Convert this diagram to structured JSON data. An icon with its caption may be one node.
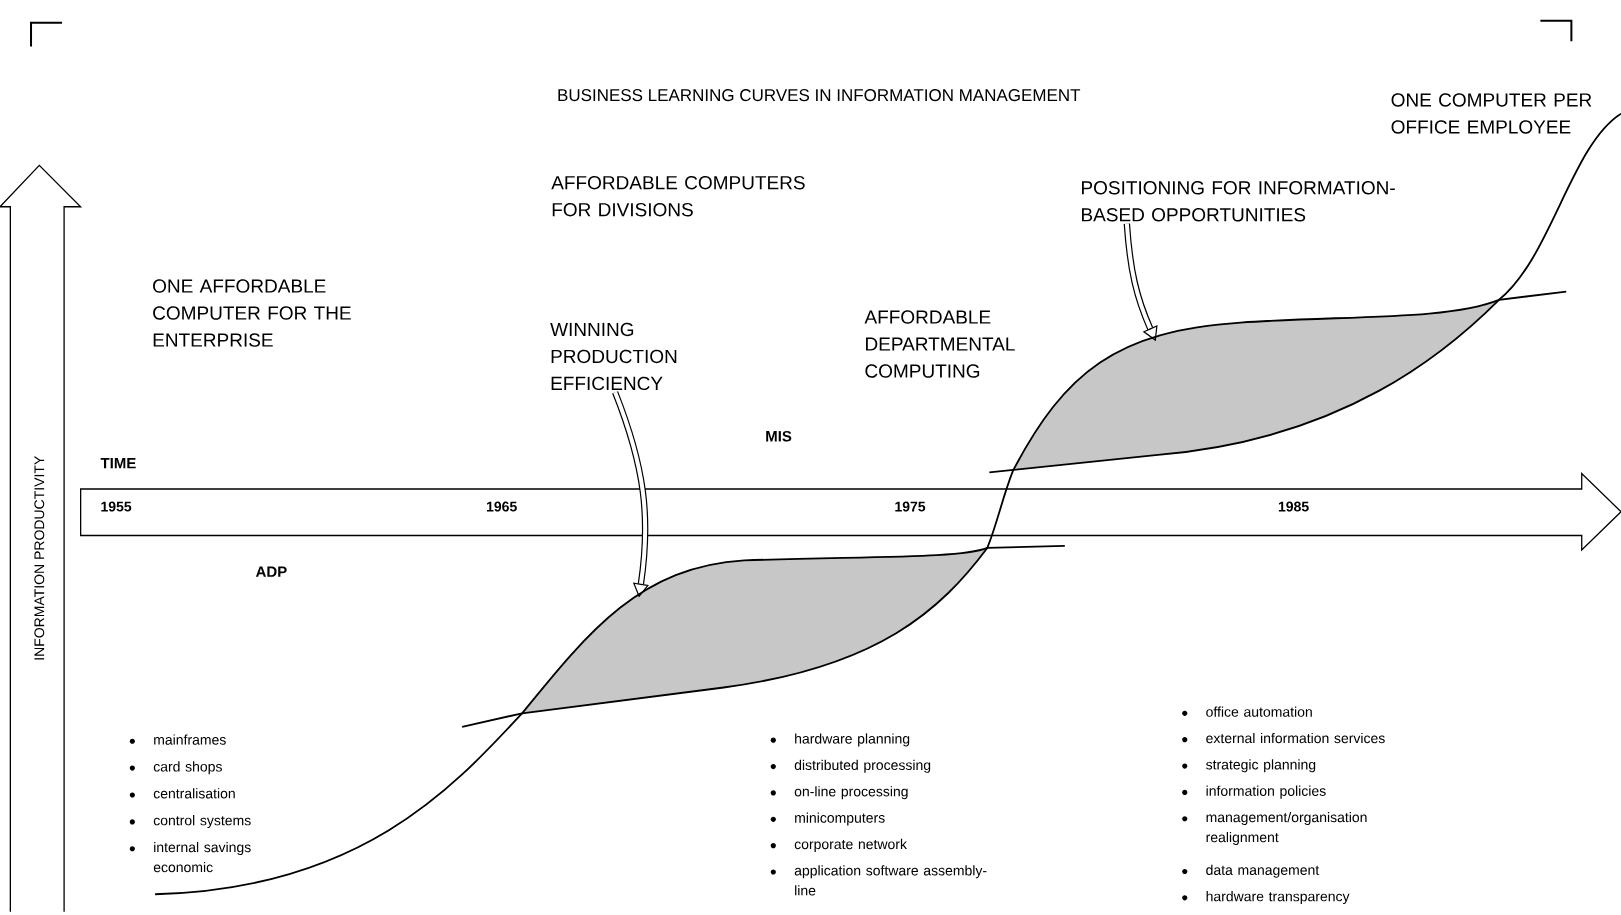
{
  "diagram": {
    "title": "BUSINESS LEARNING CURVES IN INFORMATION MANAGEMENT",
    "nodes": [
      {
        "text": [
          "WINNING PRODUCTION EFFICIENCY"
        ]
      },
      {
        "text": [
          "POSITIONING FOR INFORMATION-BASED OPPORTUNITIES"
        ]
      },
      {
        "text": [],
        "shape": "area"
      },
      {
        "text": [],
        "shape": "area"
      }
    ],
    "edges": [
      {
        "from": 0,
        "to": 2,
        "arrow": "to"
      },
      {
        "from": 1,
        "to": 3,
        "arrow": "to"
      }
    ],
    "labels": [
      "ONE AFFORDABLE COMPUTER FOR THE ENTERPRISE",
      "AFFORDABLE COMPUTERS FOR DIVISIONS",
      "AFFORDABLE DEPARTMENTAL COMPUTING",
      "ONE COMPUTER PER OFFICE EMPLOYEE",
      "INFORMATION PRODUCTIVITY",
      "MIS",
      "TIME",
      "1955",
      "1965",
      "1975",
      "1985",
      "ADP",
      "mainframes",
      "card shops",
      "centralisation",
      "control systems",
      "internal savings economic",
      "hardware planning",
      "distributed processing",
      "on-line processing",
      "minicomputers",
      "corporate network",
      "application software assembly-line",
      "office automation",
      "external information services",
      "strategic planning",
      "information policies",
      "management/organisation realignment",
      "data management",
      "hardware transparency"
    ]
  }
}
